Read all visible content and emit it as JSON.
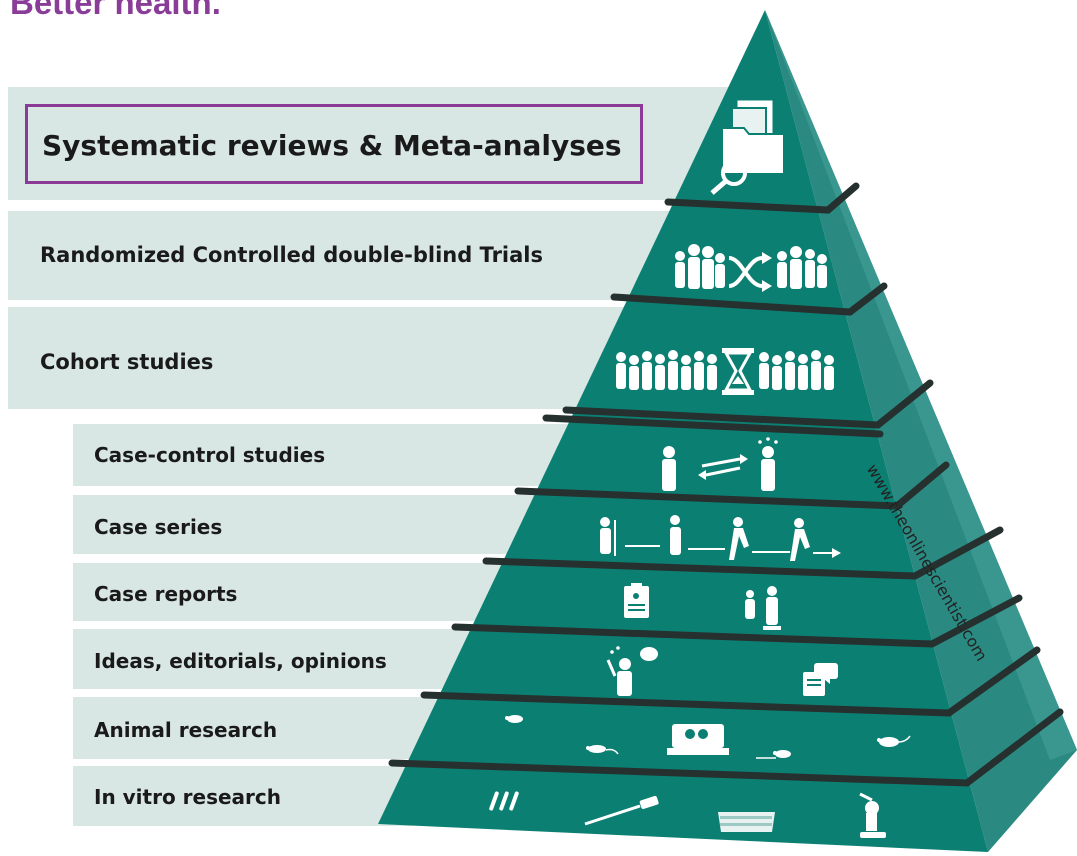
{
  "header": {
    "title": "Better health."
  },
  "watermark": "www.theonlinescientist.com",
  "pyramid": {
    "levels": [
      {
        "label": "Systematic reviews & Meta-analyses",
        "icon": "folder-search-icon",
        "highlighted": true
      },
      {
        "label": "Randomized Controlled double-blind Trials",
        "icon": "randomized-groups-icon"
      },
      {
        "label": "Cohort studies",
        "icon": "cohort-hourglass-icon"
      },
      {
        "label": "Case-control studies",
        "icon": "case-control-icon"
      },
      {
        "label": "Case series",
        "icon": "patient-progression-icon"
      },
      {
        "label": "Case reports",
        "icon": "clipboard-patient-icon"
      },
      {
        "label": "Ideas, editorials, opinions",
        "icon": "speaker-newspaper-icon"
      },
      {
        "label": "Animal research",
        "icon": "lab-mice-icon"
      },
      {
        "label": "In vitro research",
        "icon": "lab-tools-icon"
      }
    ]
  },
  "colors": {
    "pyramid_front": "#0c7f73",
    "pyramid_side": "#2a8a82",
    "band": "#d8e7e3",
    "highlight_border": "#8b3a98",
    "header": "#8a3d98"
  }
}
